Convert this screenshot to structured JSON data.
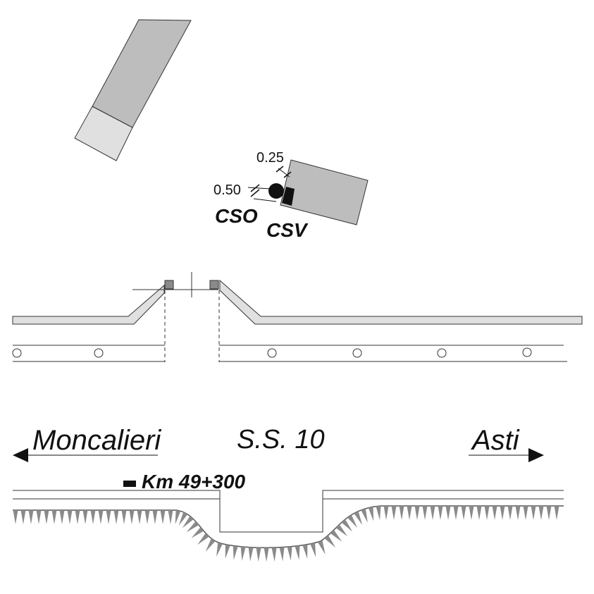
{
  "labels": {
    "dim_top": "0.25",
    "dim_left": "0.50",
    "cso": "CSO",
    "csv": "CSV",
    "road": "S.S. 10",
    "left_destination": "Moncalieri",
    "right_destination": "Asti",
    "km_marker": "Km 49+300"
  },
  "colors": {
    "dark_fill": "#bdbdbd",
    "light_fill": "#e0e0e0",
    "line": "#333333",
    "marker_fill": "#111111",
    "post_fill": "#8a8a8a"
  },
  "icons": {
    "left_arrow": "arrow-left-icon",
    "right_arrow": "arrow-right-icon",
    "sensor": "circle-sensor-icon"
  }
}
